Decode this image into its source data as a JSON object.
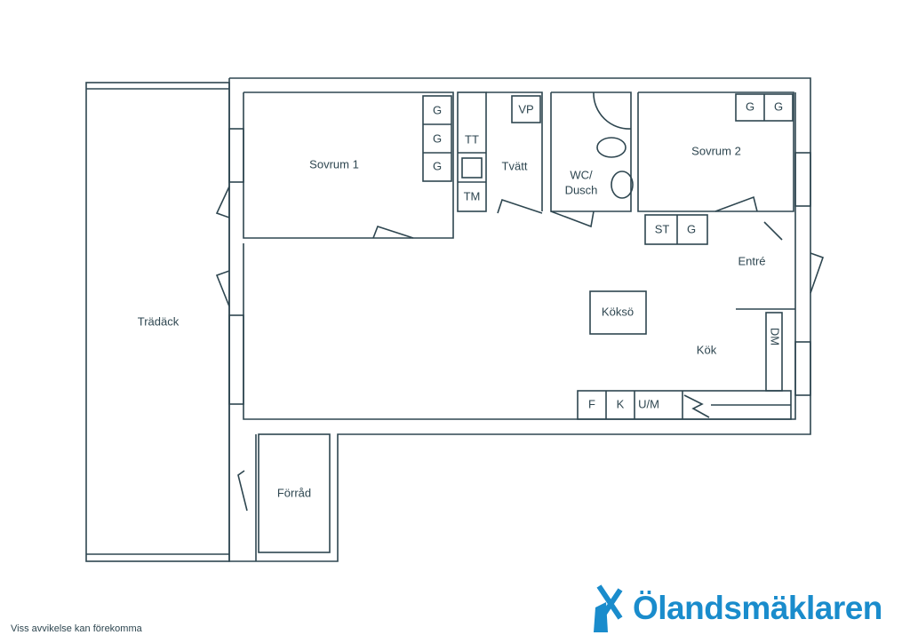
{
  "rooms": {
    "tradack": "Trädäck",
    "sovrum1": "Sovrum 1",
    "tvatt": "Tvätt",
    "wc": [
      "WC/",
      "Dusch"
    ],
    "sovrum2": "Sovrum 2",
    "entre": "Entré",
    "koksö": "Köksö",
    "kok": "Kök",
    "forrad": "Förråd"
  },
  "fixtures": {
    "g": "G",
    "tt": "TT",
    "tm": "TM",
    "vp": "VP",
    "st": "ST",
    "dm": "DM",
    "f": "F",
    "k": "K",
    "um": "U/M"
  },
  "footer": {
    "disclaimer": "Viss avvikelse kan förekomma",
    "brand": "Ölandsmäklaren"
  },
  "colors": {
    "line": "#2e4650",
    "brand": "#1a8ccc"
  }
}
